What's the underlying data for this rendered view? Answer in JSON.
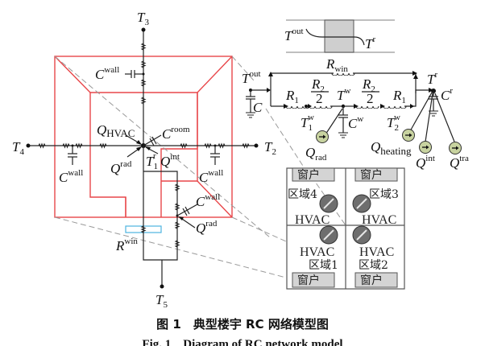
{
  "building_model": {
    "nodes": {
      "t1": {
        "base": "T",
        "sub": "1",
        "sup": "r"
      },
      "t2": {
        "base": "T",
        "sub": "2"
      },
      "t3": {
        "base": "T",
        "sub": "3"
      },
      "t4": {
        "base": "T",
        "sub": "4"
      },
      "t5": {
        "base": "T",
        "sub": "5"
      }
    },
    "labels": {
      "c_wall": {
        "base": "C",
        "sup": "wall"
      },
      "c_room": {
        "base": "C",
        "sup": "room"
      },
      "q_hvac": {
        "base": "Q",
        "sub": "HVAC"
      },
      "q_rad": {
        "base": "Q",
        "sup": "rad"
      },
      "q_int": {
        "base": "Q",
        "sup": "int"
      },
      "r_win": {
        "base": "R",
        "sup": "win"
      }
    }
  },
  "window_model": {
    "t_out": {
      "base": "T",
      "sup": "out"
    },
    "t_r": {
      "base": "T",
      "sup": "r"
    },
    "r_win": {
      "base": "R",
      "sub": "win"
    }
  },
  "wall_circuit": {
    "t_out": {
      "base": "T",
      "sup": "out"
    },
    "c": {
      "base": "C"
    },
    "r1": {
      "base": "R",
      "sub": "1"
    },
    "r2_half": {
      "base": "R",
      "sub": "2",
      "den": "2"
    },
    "t_w": {
      "base": "T",
      "sup": "w"
    },
    "t1_w": {
      "base": "T",
      "sub": "1",
      "sup": "w"
    },
    "t2_w": {
      "base": "T",
      "sub": "2",
      "sup": "w"
    },
    "c_w": {
      "base": "C",
      "sup": "w"
    },
    "t_r": {
      "base": "T",
      "sup": "r"
    },
    "c_r": {
      "base": "C",
      "sup": "r"
    },
    "q_rad": {
      "base": "Q",
      "sub": "rad"
    },
    "q_heating": {
      "base": "Q",
      "sub": "heating"
    },
    "q_int": {
      "base": "Q",
      "sup": "int"
    },
    "q_tra": {
      "base": "Q",
      "sup": "tra"
    },
    "source_color": "#c8d3a0"
  },
  "floor_plan": {
    "window_label": "窗户",
    "hvac_label": "HVAC",
    "zones": [
      "区域1",
      "区域2",
      "区域3",
      "区域4"
    ]
  },
  "caption": {
    "cn": "图 1　典型楼宇 RC 网络模型图",
    "en": "Fig. 1　Diagram of RC network model"
  },
  "colors": {
    "building_outline": "#e8474a",
    "window": "#4db3e0",
    "dashed": "#9a9a9a",
    "window_box": "#d4d4d4"
  }
}
